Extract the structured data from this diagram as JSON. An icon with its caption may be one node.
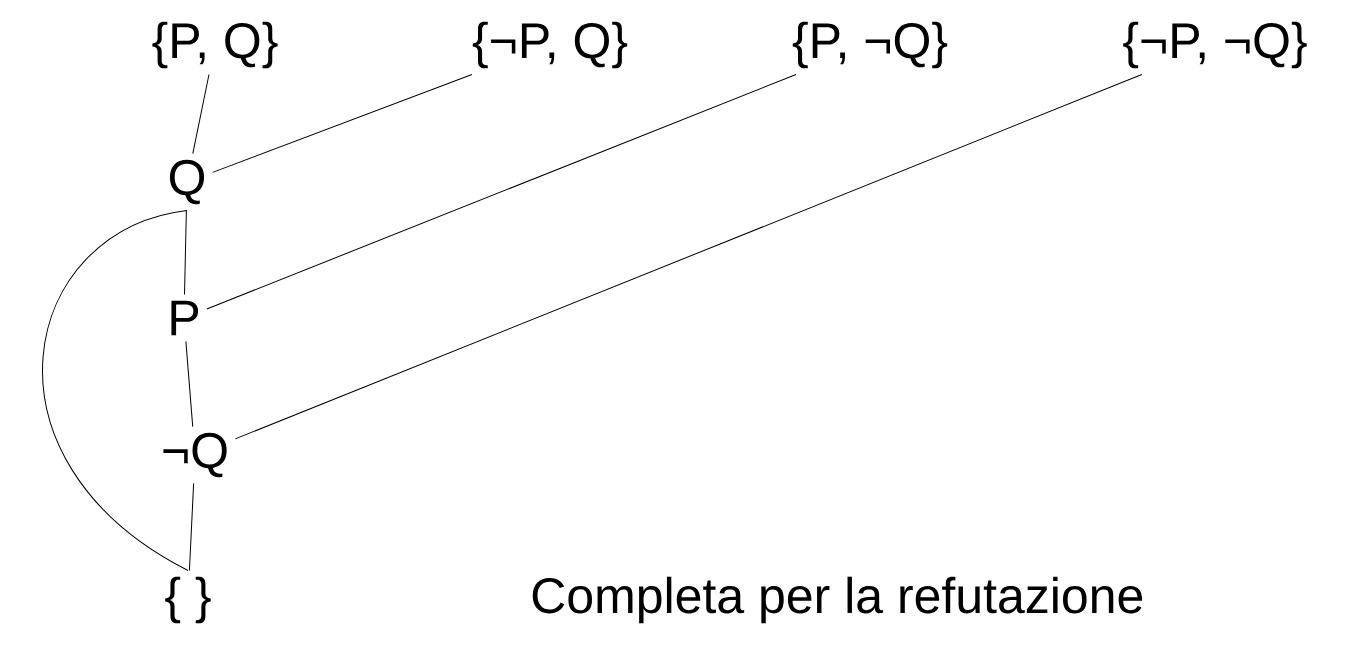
{
  "diagram": {
    "nodes": [
      {
        "text": [
          "{P, Q}"
        ]
      },
      {
        "text": [
          "{¬P, Q}"
        ]
      },
      {
        "text": [
          "{P, ¬Q}"
        ]
      },
      {
        "text": [
          "{¬P, ¬Q}"
        ]
      },
      {
        "text": [
          "Q"
        ]
      },
      {
        "text": [
          "P"
        ]
      },
      {
        "text": [
          "¬Q"
        ]
      },
      {
        "text": [
          "{ }"
        ]
      }
    ],
    "edges": [
      {
        "from": 0,
        "to": 4,
        "arrow": "none"
      },
      {
        "from": 1,
        "to": 4,
        "arrow": "none"
      },
      {
        "from": 4,
        "to": 5,
        "arrow": "none"
      },
      {
        "from": 2,
        "to": 5,
        "arrow": "none"
      },
      {
        "from": 5,
        "to": 6,
        "arrow": "none"
      },
      {
        "from": 3,
        "to": 6,
        "arrow": "none"
      },
      {
        "from": 6,
        "to": 7,
        "arrow": "none"
      },
      {
        "from": 4,
        "to": 7,
        "arrow": "none"
      }
    ],
    "labels": [
      "Completa per la refutazione"
    ]
  }
}
